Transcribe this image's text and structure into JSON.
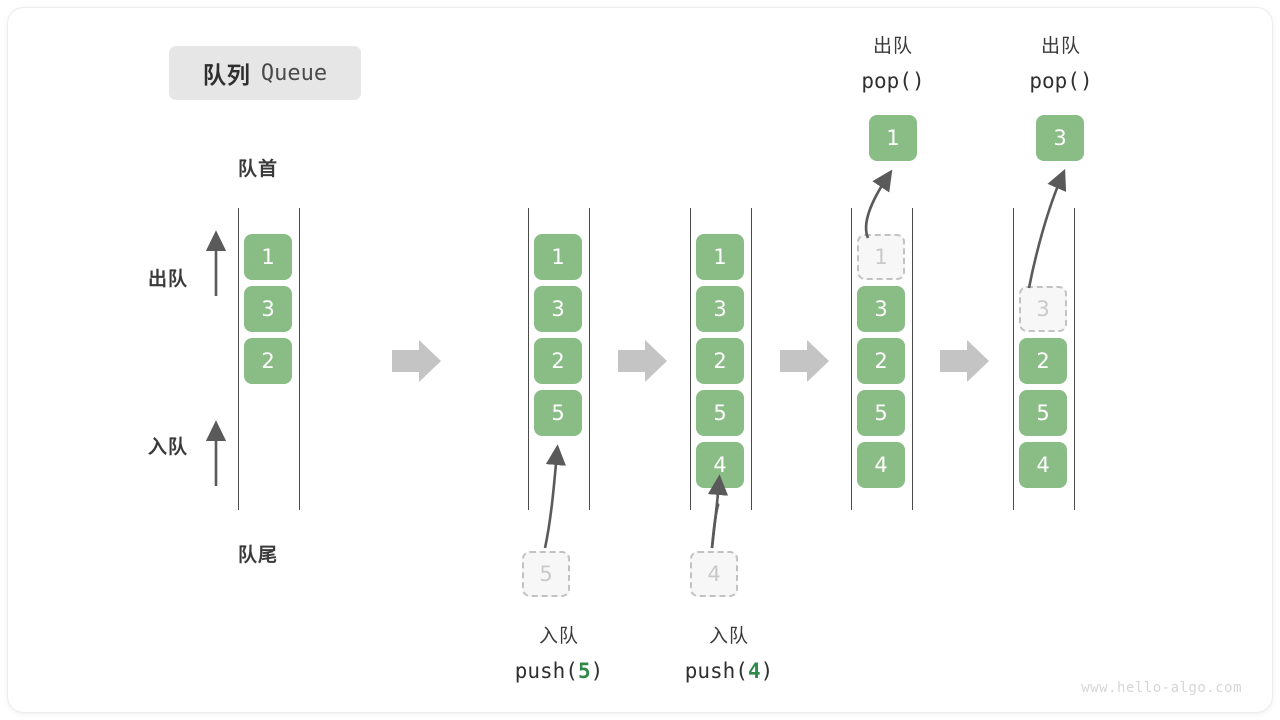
{
  "title": {
    "cn": "队列",
    "en": "Queue"
  },
  "labels": {
    "head": "队首",
    "tail": "队尾",
    "dequeue": "出队",
    "enqueue": "入队"
  },
  "watermark": "www.hello-algo.com",
  "colors": {
    "cell_green": "#89bd85",
    "cell_text": "#ffffff",
    "ghost_fill": "#f7f7f7",
    "ghost_border": "#c2c2c2",
    "ghost_text": "#c9c9c9",
    "rail": "#4a4a4a",
    "step_arrow": "#c4c4c4",
    "curve_arrow": "#5a5a5a",
    "badge_bg": "#e6e6e6",
    "accent_code_num": "#2f8a4a",
    "watermark": "#d6d6d6"
  },
  "columns": [
    {
      "id": "col-initial",
      "cells": [
        "1",
        "3",
        "2"
      ],
      "ghost": null,
      "op_cn": "",
      "op_code": "",
      "result_cell": null
    },
    {
      "id": "col-push-5",
      "cells": [
        "1",
        "3",
        "2",
        "5"
      ],
      "ghost": {
        "value": "5",
        "position": "below"
      },
      "op_cn": "入队",
      "op_code_prefix": "push(",
      "op_code_num": "5",
      "op_code_suffix": ")",
      "result_cell": null
    },
    {
      "id": "col-push-4",
      "cells": [
        "1",
        "3",
        "2",
        "5",
        "4"
      ],
      "ghost": {
        "value": "4",
        "position": "below"
      },
      "op_cn": "入队",
      "op_code_prefix": "push(",
      "op_code_num": "4",
      "op_code_suffix": ")",
      "result_cell": null
    },
    {
      "id": "col-pop-1",
      "cells": [
        "3",
        "2",
        "5",
        "4"
      ],
      "ghost": {
        "value": "1",
        "position": "top-inside"
      },
      "op_cn": "出队",
      "op_code_prefix": "pop(",
      "op_code_num": "",
      "op_code_suffix": ")",
      "result_cell": "1"
    },
    {
      "id": "col-pop-3",
      "cells": [
        "2",
        "5",
        "4"
      ],
      "ghost": {
        "value": "3",
        "position": "top-inside"
      },
      "op_cn": "出队",
      "op_code_prefix": "pop(",
      "op_code_num": "",
      "op_code_suffix": ")",
      "result_cell": "3"
    }
  ],
  "step_arrows_count": 4
}
